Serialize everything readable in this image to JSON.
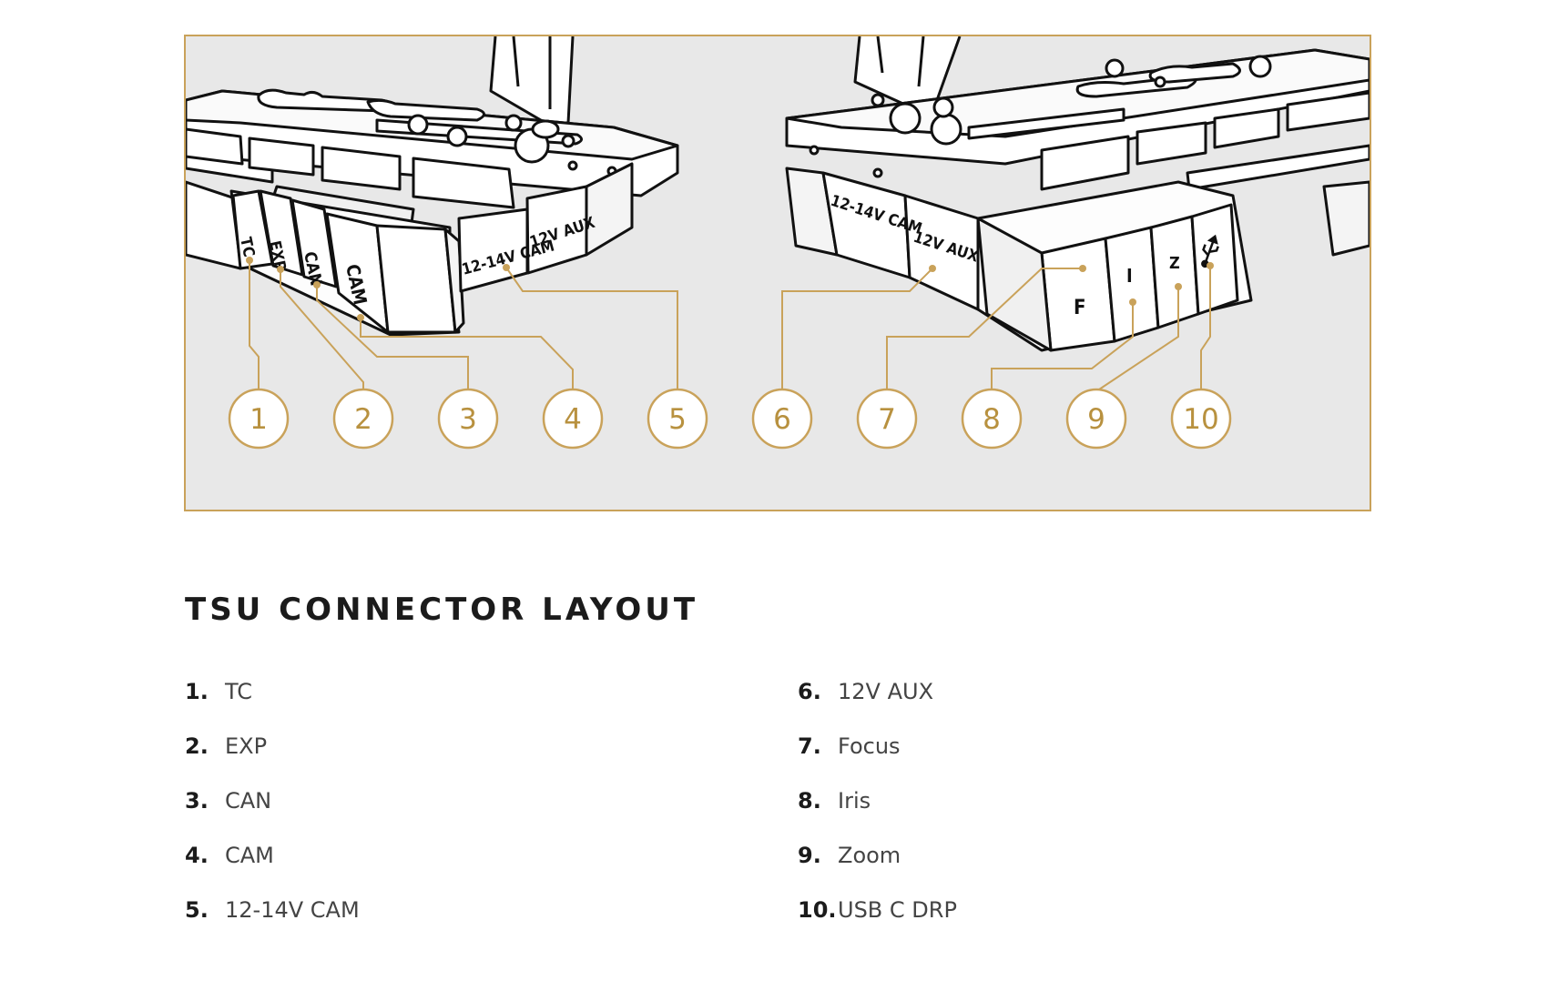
{
  "title": "TSU CONNECTOR LAYOUT",
  "accent_color": "#c9a25a",
  "diagram": {
    "left_unit_labels": {
      "tc": "TC",
      "exp": "EXP",
      "can": "CAN",
      "cam": "CAM",
      "v12_14_cam": "12-14V CAM",
      "v12_aux": "12V AUX"
    },
    "right_unit_labels": {
      "v12_14_cam": "12-14V CAM",
      "v12_aux": "12V AUX",
      "f": "F",
      "i": "I",
      "z": "Z",
      "usb_icon": "usb-icon"
    },
    "callouts": [
      "1",
      "2",
      "3",
      "4",
      "5",
      "6",
      "7",
      "8",
      "9",
      "10"
    ]
  },
  "legend": [
    {
      "num": "1.",
      "text": "TC"
    },
    {
      "num": "2.",
      "text": "EXP"
    },
    {
      "num": "3.",
      "text": "CAN"
    },
    {
      "num": "4.",
      "text": "CAM"
    },
    {
      "num": "5.",
      "text": "12-14V CAM"
    },
    {
      "num": "6.",
      "text": "12V AUX"
    },
    {
      "num": "7.",
      "text": "Focus"
    },
    {
      "num": "8.",
      "text": "Iris"
    },
    {
      "num": "9.",
      "text": "Zoom"
    },
    {
      "num": "10.",
      "text": "USB C DRP"
    }
  ]
}
